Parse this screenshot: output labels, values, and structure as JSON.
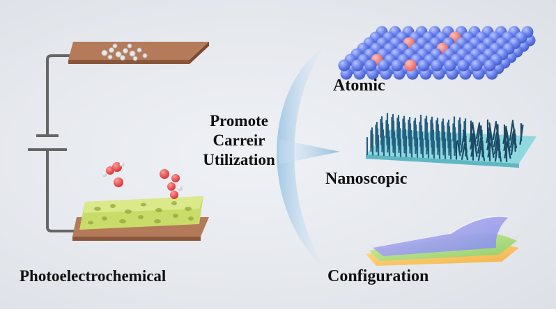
{
  "labels": {
    "left": "Photoelectrochemical",
    "center": [
      "Promote",
      "Carreir",
      "Utilization"
    ],
    "atomic": "Atomic",
    "nanoscopic": "Nanoscopic",
    "configuration": "Configuration"
  },
  "colors": {
    "electrode": "#b47a5a",
    "wire": "#666666",
    "foam": "#c9dc6a",
    "sphere": "#6f87f0",
    "dopant": "#e8706e",
    "substrate": "#8fd8e0",
    "nanowire": "#1f5470",
    "arc": "#bcd8ee"
  }
}
